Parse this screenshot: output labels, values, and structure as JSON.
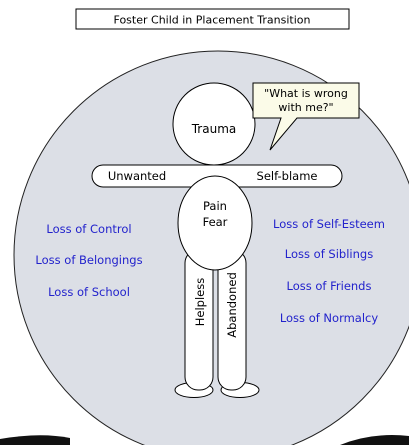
{
  "title": "Foster Child in Placement Transition",
  "speech": {
    "line1": "\"What is wrong",
    "line2": "with me?\""
  },
  "head_label": "Trauma",
  "arms": {
    "left": "Unwanted",
    "right": "Self-blame"
  },
  "body_label": {
    "line1": "Pain",
    "line2": "Fear"
  },
  "legs": {
    "left": "Helpless",
    "right": "Abandoned"
  },
  "losses_left": [
    "Loss of Control",
    "Loss of Belongings",
    "Loss of School"
  ],
  "losses_right": [
    "Loss of Self-Esteem",
    "Loss of Siblings",
    "Loss of Friends",
    "Loss of Normalcy"
  ],
  "colors": {
    "circle_fill": "#dcdfe6",
    "loss_text": "#2222cc",
    "speech_fill": "#fbfbe8"
  }
}
